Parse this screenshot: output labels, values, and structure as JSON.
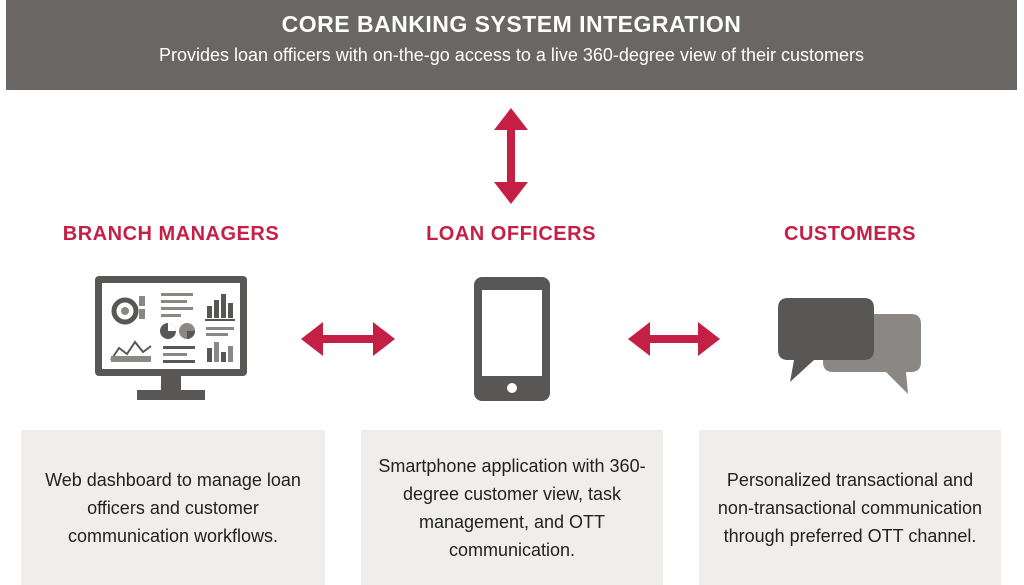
{
  "header": {
    "title": "CORE BANKING SYSTEM INTEGRATION",
    "subtitle": "Provides loan officers with on-the-go access to a live 360-degree view of their customers"
  },
  "columns": [
    {
      "title": "BRANCH MANAGERS",
      "icon": "desktop-dashboard-icon",
      "description": "Web dashboard to manage loan officers and customer communication workflows."
    },
    {
      "title": "LOAN OFFICERS",
      "icon": "smartphone-icon",
      "description": "Smartphone application with 360-degree customer view, task management, and OTT communication."
    },
    {
      "title": "CUSTOMERS",
      "icon": "chat-bubbles-icon",
      "description": "Personalized transactional and non-transactional communication through preferred OTT channel."
    }
  ],
  "colors": {
    "accent": "#c41f45",
    "header_bg": "#696664",
    "icon_dark": "#595755",
    "icon_light": "#8a8785",
    "box_bg": "#efeeec"
  }
}
